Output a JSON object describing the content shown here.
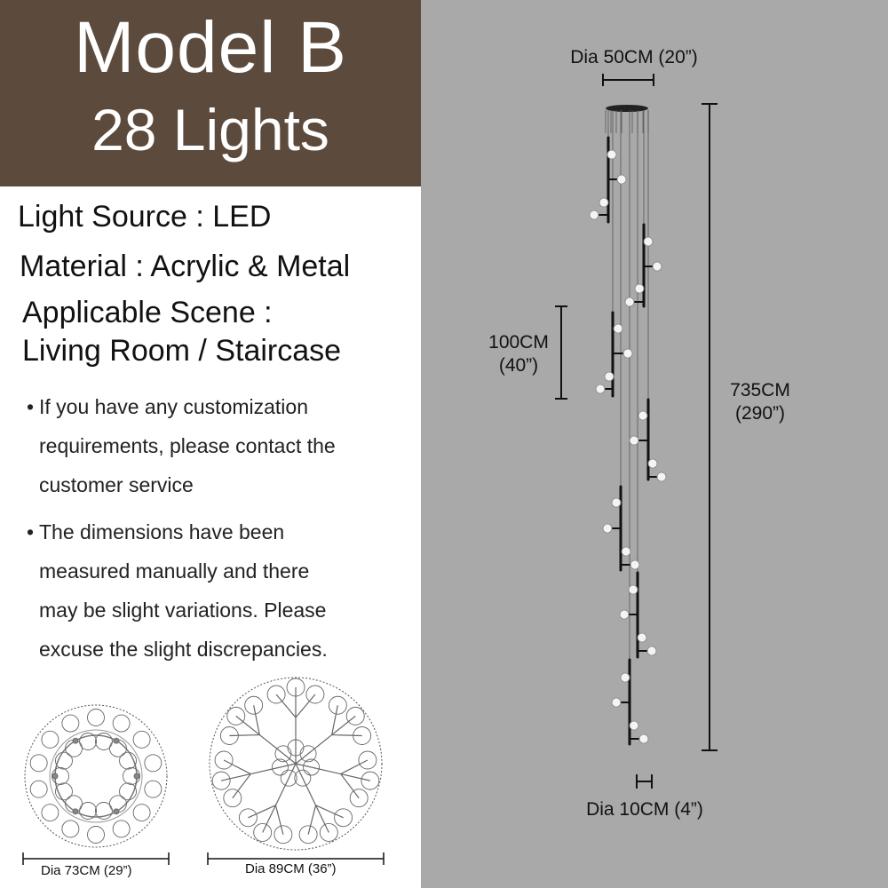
{
  "header": {
    "model": "Model B",
    "lights": "28 Lights"
  },
  "specs": {
    "light_source": "Light Source : LED",
    "material": "Material : Acrylic & Metal",
    "scene_label": "Applicable Scene :",
    "scene_value": "Living Room / Staircase"
  },
  "notes": {
    "bullet": "•",
    "note1_line1": "If you have any customization",
    "note1_line2": "requirements, please contact the",
    "note1_line3": "customer service",
    "note2_line1": "The dimensions have been",
    "note2_line2": "measured manually and there",
    "note2_line3": "may be slight variations. Please",
    "note2_line4": "excuse the slight discrepancies."
  },
  "diagram": {
    "top_dia": "Dia 50CM (20”)",
    "segment_cm": "100CM",
    "segment_in": "(40”)",
    "height_cm": "735CM",
    "height_in": "(290”)",
    "bottom_dia": "Dia 10CM (4”)",
    "layout1_dia": "Dia 73CM (29”)",
    "layout2_dia": "Dia 89CM (36”)"
  },
  "colors": {
    "header_bg": "#5c4a3d",
    "diagram_bg": "#a9a9a9"
  }
}
